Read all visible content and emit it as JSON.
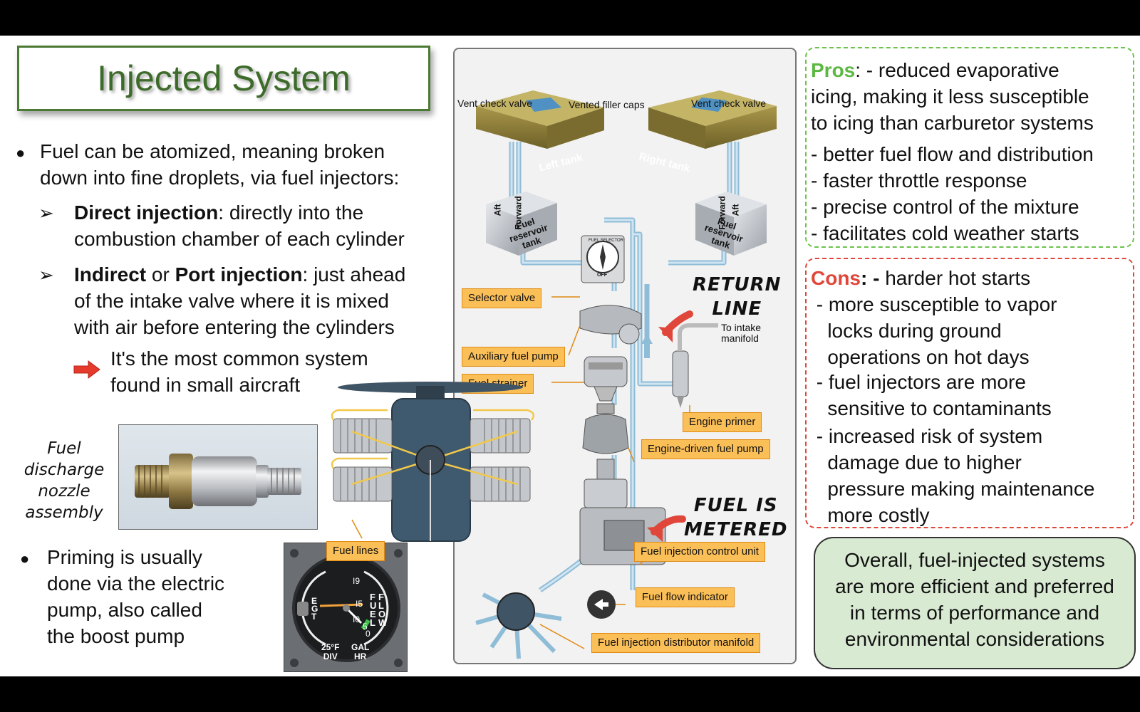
{
  "title": "Injected System",
  "left": {
    "bullet1": {
      "line1": "Fuel can be atomized, meaning broken",
      "line2": "down into fine droplets, via fuel injectors:"
    },
    "direct": {
      "bold": "Direct injection",
      "rest1": ": directly into the",
      "line2": "combustion chamber of each cylinder"
    },
    "indirect": {
      "bold1": "Indirect",
      "or": " or ",
      "bold2": "Port injection",
      "rest1": ": just ahead",
      "line2": "of the intake valve where it is mixed",
      "line3": "with air before entering the cylinders"
    },
    "common": {
      "line1": "It's the most common system",
      "line2": "found in small aircraft"
    },
    "nozzle_label": [
      "Fuel",
      "discharge",
      "nozzle",
      "assembly"
    ],
    "priming": [
      "Priming is usually",
      "done via the electric",
      "pump, also called",
      "the boost pump"
    ]
  },
  "gauge": {
    "left_letters": [
      "E",
      "G",
      "T"
    ],
    "right_letters": [
      "F",
      "U",
      "E",
      "L",
      "F",
      "L",
      "O",
      "W"
    ],
    "ticks": [
      "I9",
      "I5",
      "I0",
      "5",
      "0"
    ],
    "bottom_left": [
      "25°F",
      "DIV"
    ],
    "bottom_right": [
      "GAL",
      "HR"
    ]
  },
  "diagram": {
    "vent_check_left": "Vent check valve",
    "vented_filler_caps": "Vented filler caps",
    "vent_check_right": "Vent check valve",
    "left_tank": "Left tank",
    "right_tank": "Right tank",
    "aft": "Aft",
    "forward": "Forward",
    "reservoir": [
      "Fuel",
      "reservoir",
      "tank"
    ],
    "selector_face": [
      "FUEL SELECTOR",
      "OFF"
    ],
    "to_intake": [
      "To intake",
      "manifold"
    ],
    "labels": {
      "selector_valve": "Selector valve",
      "aux_pump": "Auxiliary fuel pump",
      "fuel_strainer": "Fuel strainer",
      "engine_primer": "Engine primer",
      "engine_driven_pump": "Engine-driven fuel pump",
      "fuel_lines": "Fuel lines",
      "injection_control": "Fuel injection control unit",
      "flow_indicator": "Fuel flow indicator",
      "distributor_manifold": "Fuel injection distributor manifold"
    },
    "return_line": [
      "RETURN",
      "LINE"
    ],
    "fuel_metered": [
      "FUEL IS",
      "METERED"
    ]
  },
  "pros": {
    "heading": "Pros",
    "lines": [
      ": - reduced evaporative",
      "icing, making it less susceptible",
      "to icing than carburetor systems",
      " - better fuel flow and distribution",
      " - faster throttle response",
      " - precise control of the mixture",
      " - facilitates cold weather starts"
    ]
  },
  "cons": {
    "heading": "Cons",
    "colon": ": -",
    "first": " harder hot starts",
    "lines": [
      " - more susceptible to vapor",
      "   locks during ground",
      "   operations on hot days",
      " - fuel injectors are more",
      "   sensitive to contaminants",
      " - increased risk of system",
      "   damage due to higher",
      "   pressure making maintenance",
      "   more costly"
    ]
  },
  "overall": [
    "Overall, fuel-injected systems",
    "are more efficient and preferred",
    "in terms of performance and",
    "environmental considerations"
  ],
  "colors": {
    "title_green": "#3d6b2a",
    "pros_green": "#5cb843",
    "cons_red": "#e0463a",
    "label_orange": "#fbbf58",
    "overall_bg": "#d9ead3",
    "tank_olive": "#8a7a32",
    "pipe_blue": "#b6d9ee"
  }
}
